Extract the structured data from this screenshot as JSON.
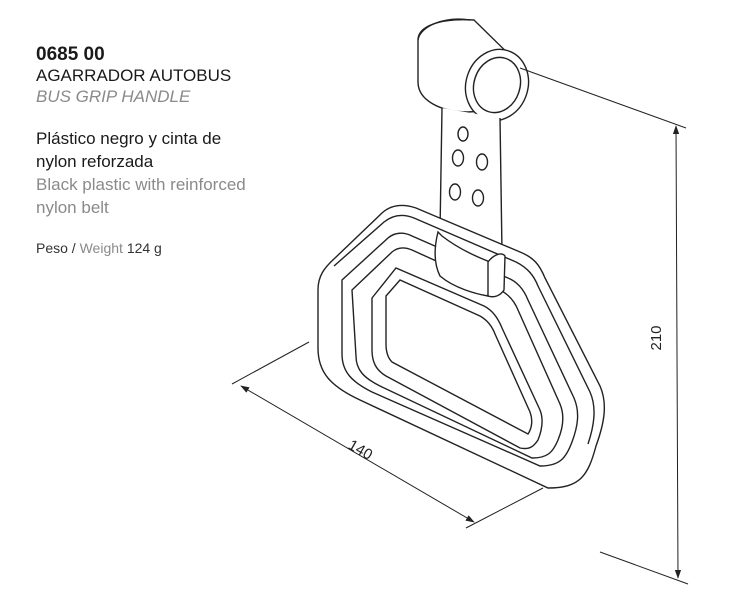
{
  "product": {
    "code": "0685 00",
    "name_es": "AGARRADOR AUTOBUS",
    "name_en": "BUS GRIP HANDLE",
    "description_es": [
      "Plástico negro y cinta de",
      "nylon reforzada"
    ],
    "description_en": [
      "Black plastic with reinforced",
      "nylon belt"
    ],
    "weight_label_es": "Peso",
    "weight_separator": " / ",
    "weight_label_en": "Weight",
    "weight_value": "124 g"
  },
  "dimensions": {
    "width": "140",
    "height": "210"
  }
}
